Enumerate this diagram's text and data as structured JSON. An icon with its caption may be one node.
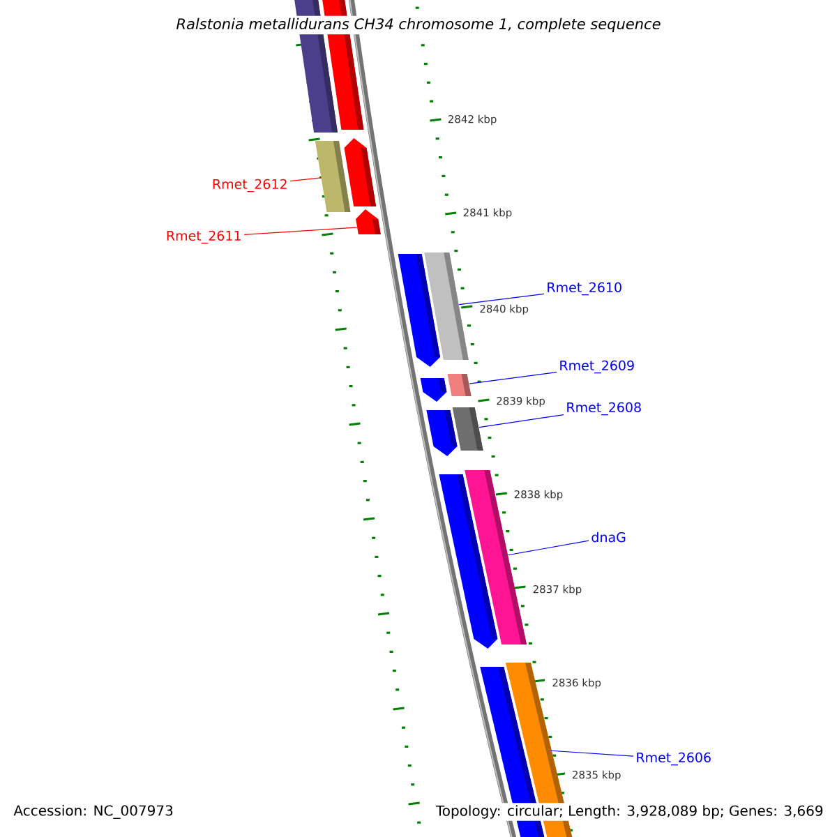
{
  "diagram": {
    "title": "Ralstonia metallidurans CH34 chromosome 1, complete sequence",
    "nodes": [
      {
        "text": [
          "Rmet_2612"
        ]
      },
      {
        "text": [],
        "shape": "bar"
      },
      {
        "text": [
          "Rmet_2611"
        ]
      },
      {
        "text": [],
        "shape": "bar"
      },
      {
        "text": [
          "Rmet_2610"
        ]
      },
      {
        "text": [],
        "shape": "bar"
      },
      {
        "text": [
          "Rmet_2609"
        ]
      },
      {
        "text": [],
        "shape": "bar"
      },
      {
        "text": [
          "Rmet_2608"
        ]
      },
      {
        "text": [],
        "shape": "bar"
      },
      {
        "text": [
          "dnaG"
        ]
      },
      {
        "text": [],
        "shape": "bar"
      },
      {
        "text": [
          "Rmet_2606"
        ]
      },
      {
        "text": [],
        "shape": "bar"
      }
    ],
    "edges": [
      {
        "from": 0,
        "to": 1,
        "arrow": "none",
        "color": "#ff0000"
      },
      {
        "from": 2,
        "to": 3,
        "arrow": "none",
        "color": "#ff0000"
      },
      {
        "from": 4,
        "to": 5,
        "arrow": "none"
      },
      {
        "from": 6,
        "to": 7,
        "arrow": "none"
      },
      {
        "from": 8,
        "to": 9,
        "arrow": "none"
      },
      {
        "from": 10,
        "to": 11,
        "arrow": "none"
      },
      {
        "from": 12,
        "to": 13,
        "arrow": "none"
      }
    ],
    "labels": [
      "2842 kbp",
      "2841 kbp",
      "2840 kbp",
      "2839 kbp",
      "2838 kbp",
      "2837 kbp",
      "2836 kbp",
      "2835 kbp",
      "Accession: NC_007973",
      "Topology: circular; Length: 3,928,089 bp; Genes: 3,669"
    ]
  }
}
